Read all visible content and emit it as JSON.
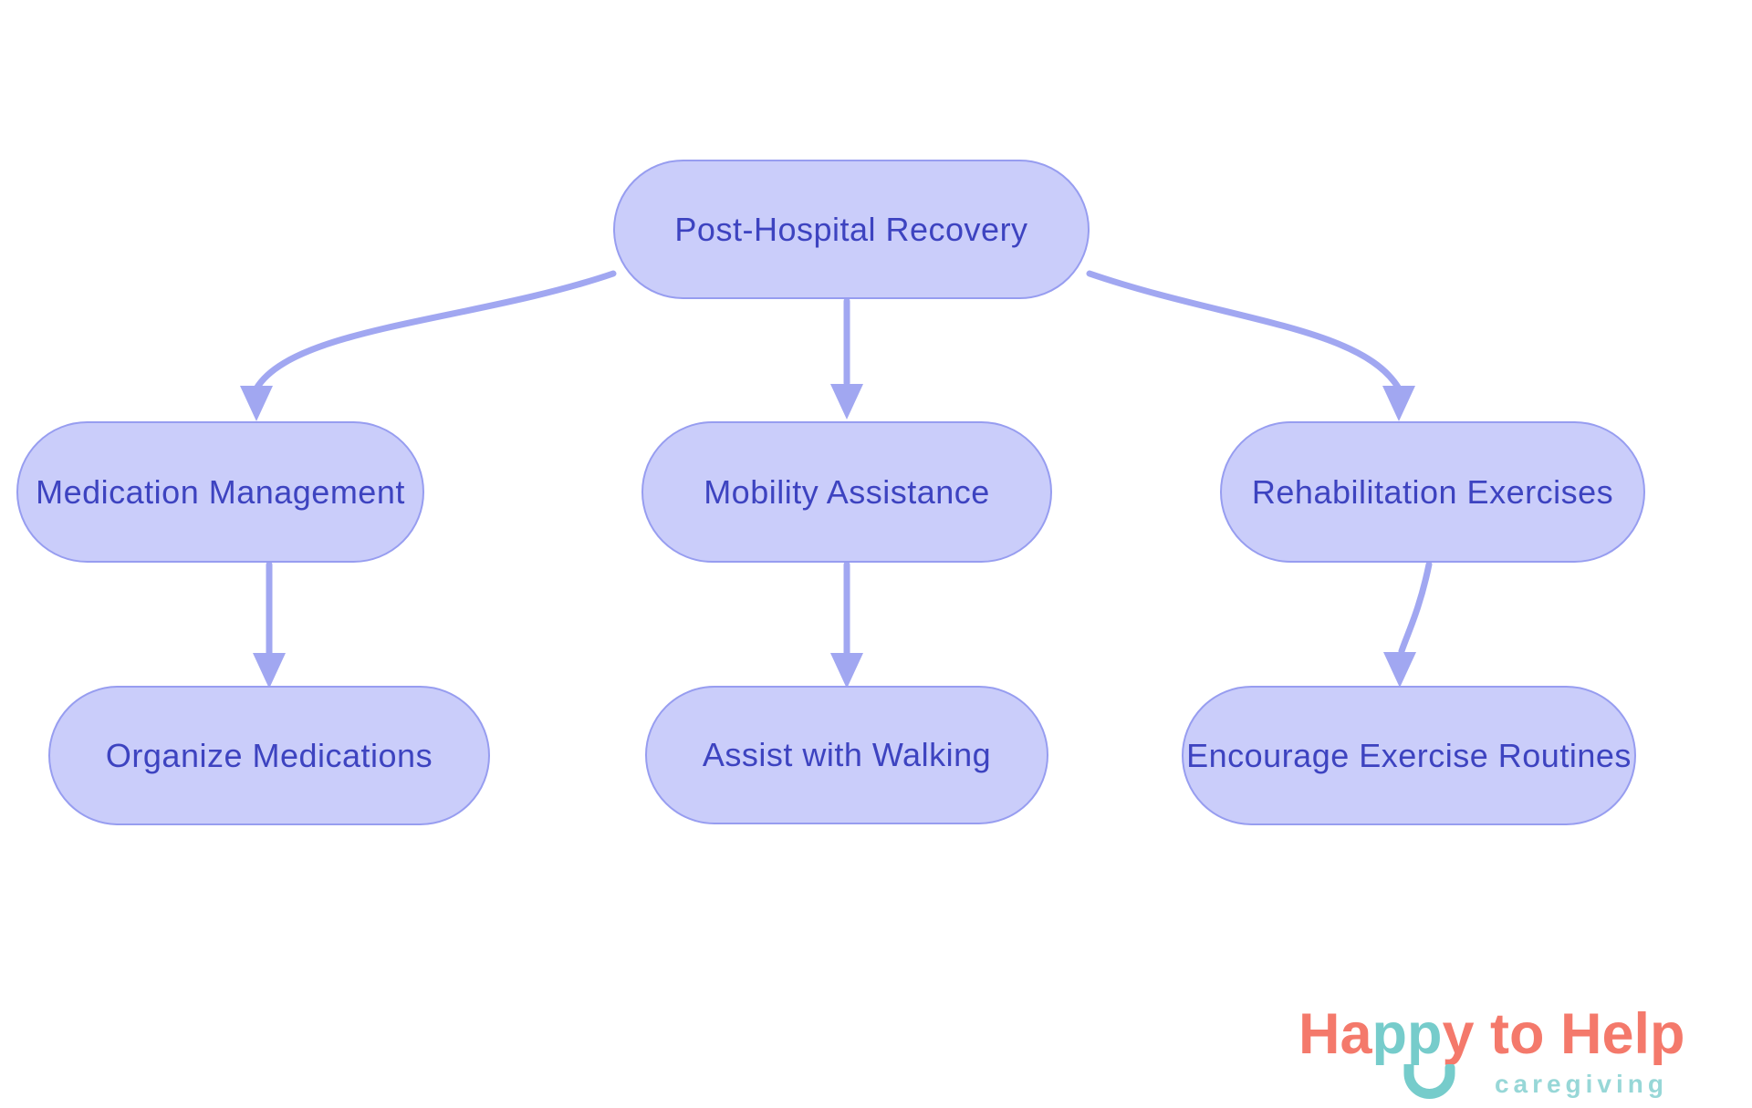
{
  "diagram": {
    "type": "flowchart",
    "nodes": [
      {
        "id": "post-hospital-recovery",
        "label": "Post-Hospital Recovery",
        "level": 0
      },
      {
        "id": "medication-management",
        "label": "Medication Management",
        "level": 1
      },
      {
        "id": "mobility-assistance",
        "label": "Mobility Assistance",
        "level": 1
      },
      {
        "id": "rehabilitation-exercises",
        "label": "Rehabilitation Exercises",
        "level": 1
      },
      {
        "id": "organize-medications",
        "label": "Organize Medications",
        "level": 2
      },
      {
        "id": "assist-with-walking",
        "label": "Assist with Walking",
        "level": 2
      },
      {
        "id": "encourage-exercise-routines",
        "label": "Encourage Exercise Routines",
        "level": 2
      }
    ],
    "edges": [
      {
        "from": "post-hospital-recovery",
        "to": "medication-management"
      },
      {
        "from": "post-hospital-recovery",
        "to": "mobility-assistance"
      },
      {
        "from": "post-hospital-recovery",
        "to": "rehabilitation-exercises"
      },
      {
        "from": "medication-management",
        "to": "organize-medications"
      },
      {
        "from": "mobility-assistance",
        "to": "assist-with-walking"
      },
      {
        "from": "rehabilitation-exercises",
        "to": "encourage-exercise-routines"
      }
    ]
  },
  "logo": {
    "text": "Happy to Help",
    "segments": [
      {
        "text": "Ha"
      },
      {
        "text": "pp"
      },
      {
        "text": "y to Help"
      }
    ],
    "tagline": "caregiving"
  },
  "colors": {
    "background": "#ffffff",
    "node_fill": "#cacdfa",
    "node_border": "#979df0",
    "node_text": "#3d43c0",
    "edge": "#a1a7f1",
    "logo_primary": "#f4796b",
    "logo_accent": "#76cccb",
    "logo_tagline": "#97d7d7"
  }
}
